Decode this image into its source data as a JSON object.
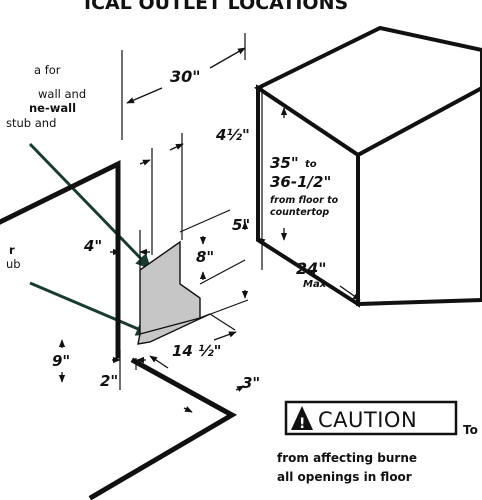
{
  "title": "ICAL OUTLET LOCATIONS",
  "notes": {
    "top": [
      "a for",
      "wall and",
      "ne-wall",
      "stub and"
    ],
    "bottom": [
      "r",
      "ub"
    ]
  },
  "dimensions": {
    "width_top": "30\"",
    "offset_4_5": "4½\"",
    "height_main": "35\"",
    "height_main_to": "to",
    "height_max": "36-1/2\"",
    "height_note_1": "from floor to",
    "height_note_2": "countertop",
    "depth": "24\"",
    "depth_note": "Max",
    "gap_5": "5\"",
    "gap_8": "8\"",
    "gap_4": "4\"",
    "gap_9": "9\"",
    "gap_2": "2\"",
    "width_14_5": "14 ½\"",
    "gap_3": "3\""
  },
  "caution": {
    "word": "CAUTION",
    "trail": "To",
    "line1": "from affecting burne",
    "line2": "all openings in floor"
  }
}
